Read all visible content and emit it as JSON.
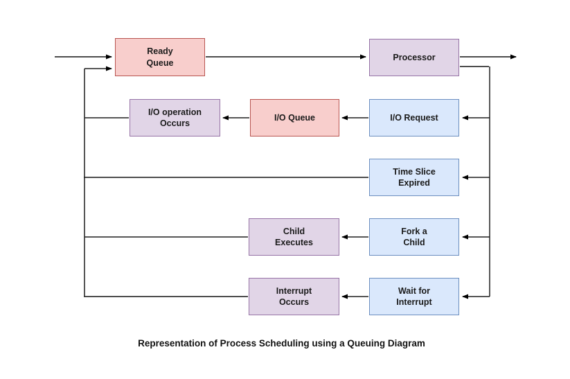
{
  "diagram": {
    "caption": "Representation of Process Scheduling using a Queuing Diagram",
    "palette": {
      "pink": {
        "fill": "#f8cecc",
        "border": "#b85450"
      },
      "lavender": {
        "fill": "#e1d5e7",
        "border": "#9673a6"
      },
      "blue": {
        "fill": "#dae8fc",
        "border": "#6c8ebf"
      },
      "arrow_main": "#4d4d4d",
      "arrow_thin": "#1f1f1f",
      "text": "#1a1a1a"
    },
    "boxes": {
      "ready_queue": {
        "label": "Ready\nQueue"
      },
      "processor": {
        "label": "Processor"
      },
      "io_operation_occurs": {
        "label": "I/O operation\nOccurs"
      },
      "io_queue": {
        "label": "I/O Queue"
      },
      "io_request": {
        "label": "I/O Request"
      },
      "time_slice_expired": {
        "label": "Time Slice\nExpired"
      },
      "child_executes": {
        "label": "Child\nExecutes"
      },
      "fork_a_child": {
        "label": "Fork a\nChild"
      },
      "interrupt_occurs": {
        "label": "Interrupt\nOccurs"
      },
      "wait_for_interrupt": {
        "label": "Wait for\nInterrupt"
      }
    }
  }
}
